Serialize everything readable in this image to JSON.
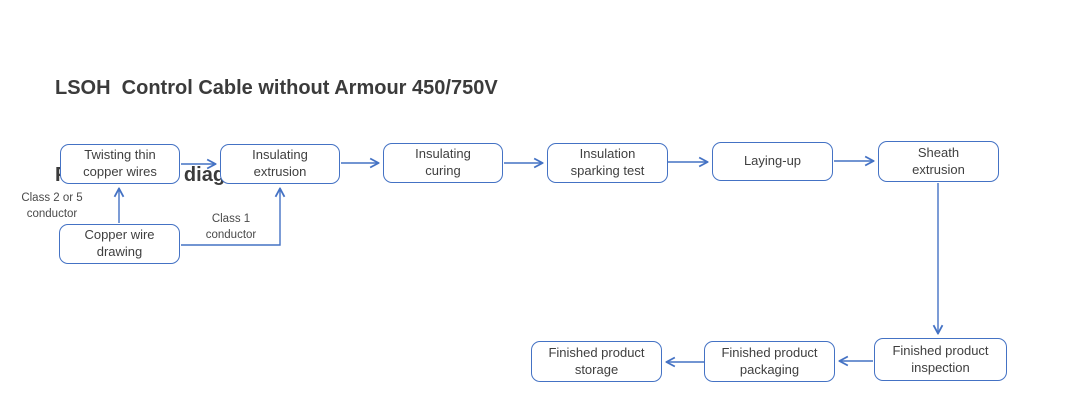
{
  "title": {
    "line1": "LSOH  Control Cable without Armour 450/750V",
    "line2": "Process flow diagram"
  },
  "colors": {
    "accent_blue": "#4472C4",
    "box_fill": "#FFFFFF",
    "text": "#3F3F3F",
    "title_text": "#3B3B3B",
    "background": "#FFFFFF"
  },
  "nodes": {
    "twisting": {
      "label": "Twisting thin\ncopper wires"
    },
    "insulating_extrusion": {
      "label": "Insulating\nextrusion"
    },
    "insulating_curing": {
      "label": "Insulating\ncuring"
    },
    "sparking_test": {
      "label": "Insulation\nsparking test"
    },
    "laying_up": {
      "label": "Laying-up"
    },
    "sheath_extrusion": {
      "label": "Sheath\nextrusion"
    },
    "copper_drawing": {
      "label": "Copper wire\ndrawing"
    },
    "inspection": {
      "label": "Finished product\ninspection"
    },
    "packaging": {
      "label": "Finished product\npackaging"
    },
    "storage": {
      "label": "Finished product\nstorage"
    }
  },
  "annotations": {
    "class_2_or_5": {
      "label": "Class 2 or 5\nconductor"
    },
    "class_1": {
      "label": "Class 1\nconductor"
    }
  },
  "flow": {
    "top_row_order": [
      "Twisting thin copper wires",
      "Insulating extrusion",
      "Insulating curing",
      "Insulation sparking test",
      "Laying-up",
      "Sheath extrusion"
    ],
    "bottom_row_order": [
      "Finished product inspection",
      "Finished product packaging",
      "Finished product storage"
    ]
  }
}
